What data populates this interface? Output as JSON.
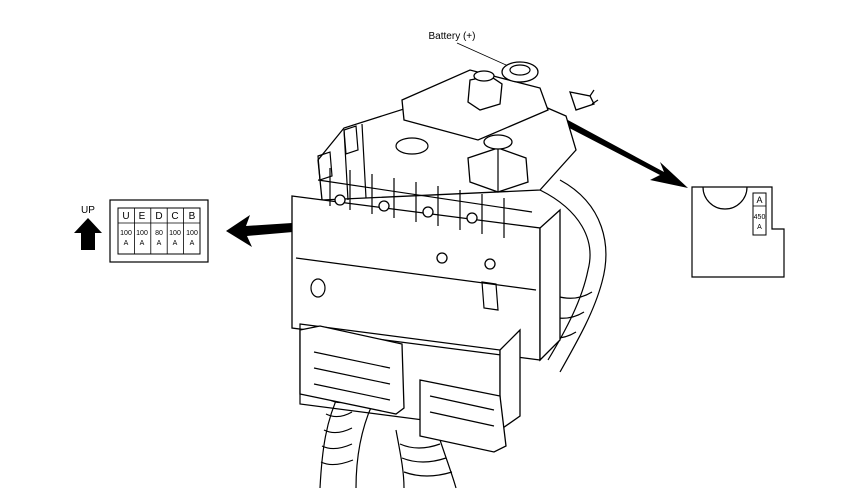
{
  "callout_battery": "Battery (+)",
  "up_indicator": {
    "label": "UP"
  },
  "fuse_table_left": {
    "headers": [
      "U",
      "E",
      "D",
      "C",
      "B"
    ],
    "ratings": [
      {
        "amps": "100",
        "unit": "A"
      },
      {
        "amps": "100",
        "unit": "A"
      },
      {
        "amps": "80",
        "unit": "A"
      },
      {
        "amps": "100",
        "unit": "A"
      },
      {
        "amps": "100",
        "unit": "A"
      }
    ]
  },
  "fuse_table_right": {
    "header": "A",
    "amps": "450",
    "unit": "A"
  },
  "colors": {
    "line": "#000000",
    "background": "#ffffff",
    "arrow_fill": "#000000"
  }
}
